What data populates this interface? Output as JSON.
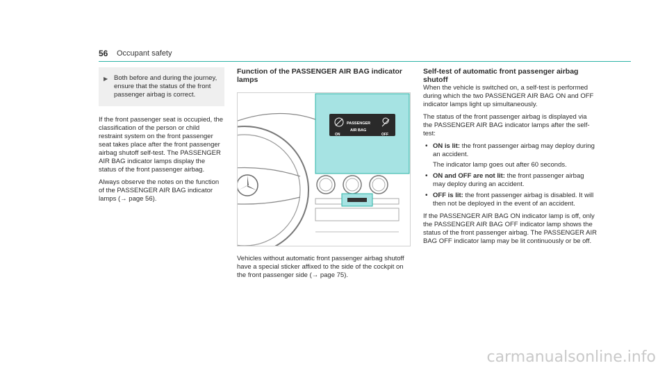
{
  "header": {
    "page_number": "56",
    "chapter": "Occupant safety"
  },
  "col1": {
    "note_text": "Both before and during the journey, ensure that the status of the front passenger airbag is correct.",
    "para1": "If the front passenger seat is occupied, the classification of the person or child restraint system on the front passenger seat takes place after the front passenger airbag shutoff self-test. The PASSENGER AIR BAG indicator lamps display the status of the front passenger airbag.",
    "para2": "Always observe the notes on the function of the PASSENGER AIR BAG indicator lamps (→ page 56)."
  },
  "col2": {
    "heading": "Function of the PASSENGER AIR BAG indicator lamps",
    "panel": {
      "on": "ON",
      "passenger": "PASSENGER",
      "airbag": "AIR BAG",
      "off": "OFF"
    },
    "caption": "Vehicles without automatic front passenger airbag shutoff have a special sticker affixed to the side of the cockpit on the front passenger side (→ page 75)."
  },
  "col3": {
    "heading": "Self-test of automatic front passenger airbag shutoff",
    "para1": "When the vehicle is switched on, a self-test is performed during which the two PASSENGER AIR BAG ON and OFF indicator lamps light up simultaneously.",
    "para2": "The status of the front passenger airbag is displayed via the PASSENGER AIR BAG indicator lamps after the self-test:",
    "bullets": [
      {
        "label": "ON is lit:",
        "text": "the front passenger airbag may deploy during an accident.",
        "sub": "The indicator lamp goes out after 60 seconds."
      },
      {
        "label": "ON and OFF are not lit:",
        "text": "the front passenger airbag may deploy during an accident.",
        "sub": ""
      },
      {
        "label": "OFF is lit:",
        "text": "the front passenger airbag is disabled. It will then not be deployed in the event of an accident.",
        "sub": ""
      }
    ],
    "para3": "If the PASSENGER AIR BAG ON indicator lamp is off, only the PASSENGER AIR BAG OFF indicator lamp shows the status of the front passenger airbag. The PASSENGER AIR BAG OFF indicator lamp may be lit continuously or be off."
  },
  "watermark": "carmanualsonline.info",
  "colors": {
    "accent": "#2bb3a6",
    "highlight": "#a6e3e3"
  },
  "icons": {
    "note": "triangle-right-icon",
    "bullet": "bullet-icon"
  }
}
